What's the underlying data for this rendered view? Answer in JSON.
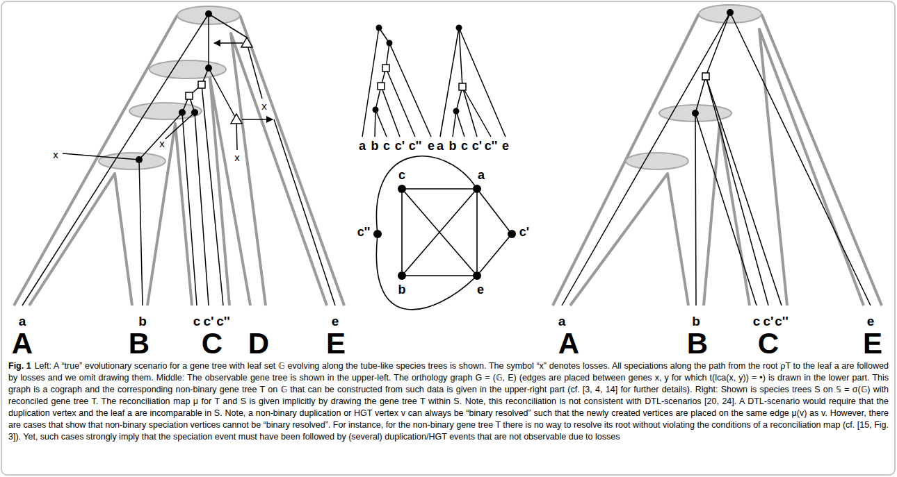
{
  "diagram": {
    "caption": "Left: A “true” evolutionary scenario for a gene tree with leaf set 𝔾 evolving along the tube-like species trees is shown. The symbol “x” denotes losses. All speciations along the path from the root ρT to the leaf a are followed by losses and we omit drawing them. Middle: The observable gene tree is shown in the upper-left. The orthology graph G = (𝔾, E) (edges are placed between genes x, y for which t(lca(x, y)) = •) is drawn in the lower part. This graph is a cograph and the corresponding non-binary gene tree T on 𝔾 that can be constructed from such data is given in the upper-right part (cf. [3, 4, 14] for further details). Right: Shown is species trees S on 𝕊 = σ(𝔾) with reconciled gene tree T. The reconciliation map μ for T and S is given implicitly by drawing the gene tree T within S. Note, this reconciliation is not consistent with DTL-scenarios [20, 24]. A DTL-scenario would require that the duplication vertex and the leaf a are incomparable in S. Note, a non-binary duplication or HGT vertex v can always be “binary resolved” such that the newly created vertices are placed on the same edge μ(v) as v. However, there are cases that show that non-binary speciation vertices cannot be “binary resolved”. For instance, for the non-binary gene tree T there is no way to resolve its root without violating the conditions of a reconciliation map (cf. [15, Fig. 3]). Yet, such cases strongly imply that the speciation event must have been followed by (several) duplication/HGT events that are not observable due to losses",
    "nodes": [
      {
        "text": [
          "c"
        ]
      },
      {
        "text": [
          "a"
        ]
      },
      {
        "text": [
          "c''"
        ]
      },
      {
        "text": [
          "c'"
        ]
      },
      {
        "text": [
          "b"
        ]
      },
      {
        "text": [
          "e"
        ]
      }
    ],
    "edges": [
      {
        "from": 0,
        "to": 1,
        "arrow": "none"
      },
      {
        "from": 0,
        "to": 4,
        "arrow": "none"
      },
      {
        "from": 0,
        "to": 5,
        "arrow": "none"
      },
      {
        "from": 1,
        "to": 4,
        "arrow": "none"
      },
      {
        "from": 1,
        "to": 5,
        "arrow": "none"
      },
      {
        "from": 4,
        "to": 5,
        "arrow": "none"
      },
      {
        "from": 1,
        "to": 3,
        "arrow": "none"
      },
      {
        "from": 3,
        "to": 5,
        "arrow": "none"
      },
      {
        "from": 2,
        "to": 1,
        "arrow": "none"
      },
      {
        "from": 2,
        "to": 5,
        "arrow": "none"
      }
    ],
    "labels": [
      "x",
      "x",
      "x",
      "x",
      "a",
      "b",
      "c",
      "c'",
      "c''",
      "e",
      "A",
      "B",
      "C",
      "D",
      "E",
      "a",
      "b",
      "c",
      "c'",
      "c''",
      "e",
      "a",
      "b",
      "c",
      "c'",
      "c''",
      "e",
      "a",
      "b",
      "c",
      "c'",
      "c''",
      "e",
      "A",
      "B",
      "C",
      "E",
      "Fig. 1"
    ]
  }
}
